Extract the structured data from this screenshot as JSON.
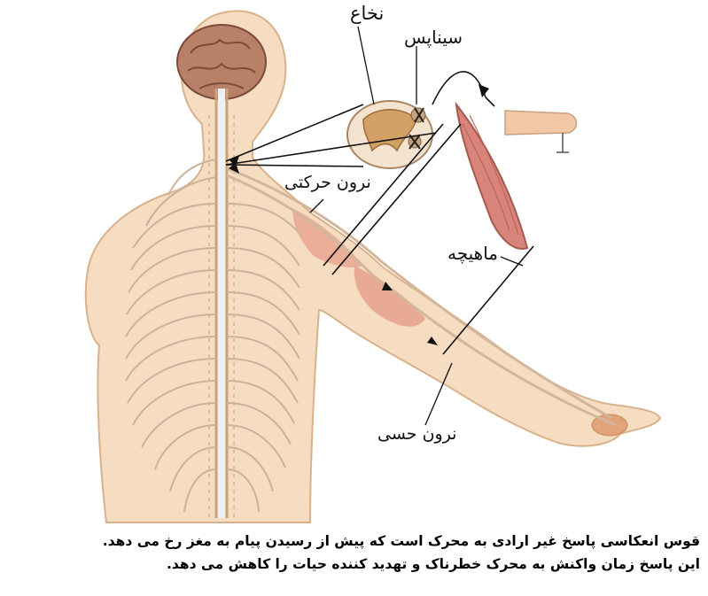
{
  "labels": {
    "spinal_cord": "نخاع",
    "synapse": "سیناپس",
    "motor_neuron": "نرون حرکتی",
    "muscle": "ماهیچه",
    "sensory_neuron": "نرون حسی"
  },
  "caption": {
    "line1": "قوس انعکاسی پاسخ غیر ارادی به محرک است که پیش از رسیدن پیام به مغز رخ می دهد.",
    "line2": "این پاسخ زمان واکنش به محرک خطرناک و تهدید کننده حیات را کاهش می دهد."
  },
  "colors": {
    "skin": "#f6dcc0",
    "skin_outline": "#d9b28c",
    "nerve": "#eef0f2",
    "nerve_outline": "#c9a37e",
    "muscle": "#d8847a",
    "brain": "#b98068",
    "spinal_gray": "#d3a066"
  }
}
